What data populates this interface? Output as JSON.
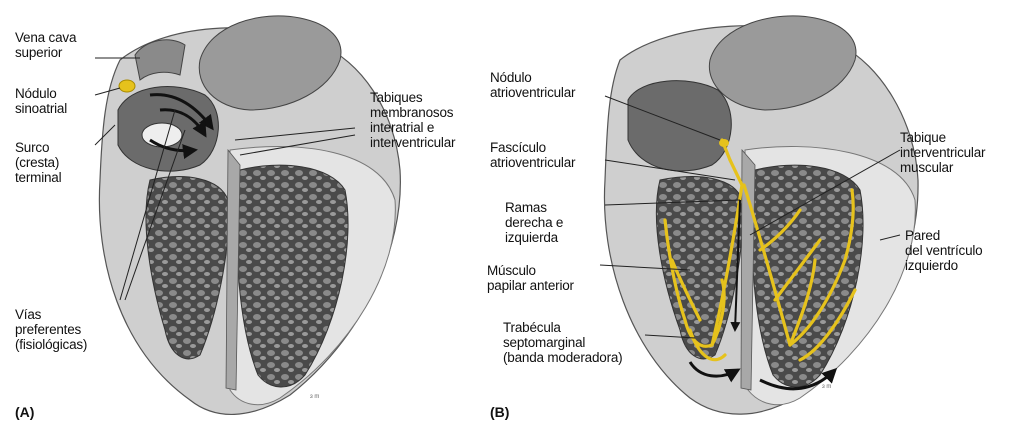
{
  "panel_a": {
    "tag": "(A)",
    "labels": {
      "vena_cava": "Vena cava\nsuperior",
      "nodulo_sinoatrial": "Nódulo\nsinoatrial",
      "surco": "Surco\n(cresta)\nterminal",
      "vias": "Vías\npreferentes\n(fisiológicas)",
      "tabiques": "Tabiques\nmembranosos\ninteratrial e\ninterventricular"
    }
  },
  "panel_b": {
    "tag": "(B)",
    "labels": {
      "nodulo_av": "Nódulo\natrioventricular",
      "fasciculo": "Fascículo\natrioventricular",
      "ramas": "Ramas\nderecha e\nizquierda",
      "musculo": "Músculo\npapilar anterior",
      "trabecula": "Trabécula\nseptomarginal\n(banda moderadora)",
      "tabique_muscular": "Tabique\ninterventricular\nmuscular",
      "pared": "Pared\ndel ventrículo\nizquierdo"
    }
  },
  "colors": {
    "conduction": "#e6c21c",
    "heart_wall": "#b8b8b8",
    "chamber": "#5a5a5a",
    "ventricle_wall": "#e4e4e4"
  }
}
